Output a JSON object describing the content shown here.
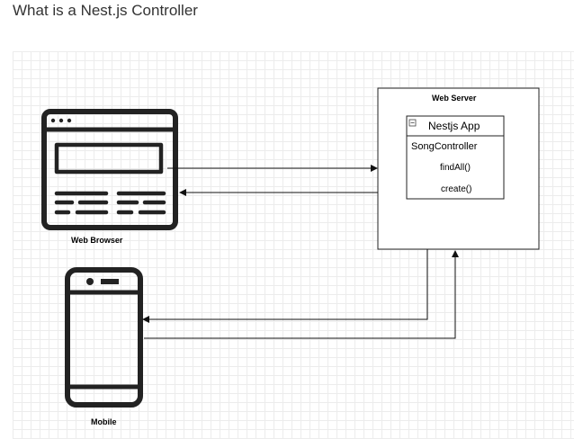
{
  "page_title": "What is a Nest.js Controller",
  "diagram": {
    "web_browser": {
      "label": "Web Browser",
      "icon": "browser-window-icon"
    },
    "mobile": {
      "label": "Mobile",
      "icon": "smartphone-icon"
    },
    "web_server": {
      "label": "Web Server",
      "app": {
        "title": "Nestjs App",
        "icon": "collapse-icon",
        "class_name": "SongController",
        "methods": [
          "findAll()",
          "create()"
        ]
      }
    },
    "colors": {
      "stroke": "#222222",
      "grid": "#ececec",
      "background": "#ffffff"
    }
  }
}
